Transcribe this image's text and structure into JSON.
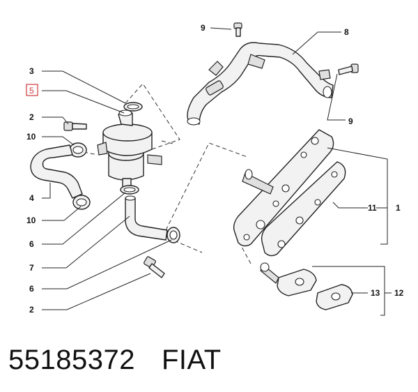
{
  "callouts": {
    "c3": "3",
    "c5": "5",
    "c2a": "2",
    "c10a": "10",
    "c4": "4",
    "c10b": "10",
    "c6a": "6",
    "c7": "7",
    "c6b": "6",
    "c2b": "2",
    "c9a": "9",
    "c8": "8",
    "c9b": "9",
    "c11": "11",
    "c1": "1",
    "c13": "13",
    "c12": "12"
  },
  "highlight_color": "#d0383c",
  "footer": {
    "part_number": "55185372",
    "brand": "FIAT"
  }
}
